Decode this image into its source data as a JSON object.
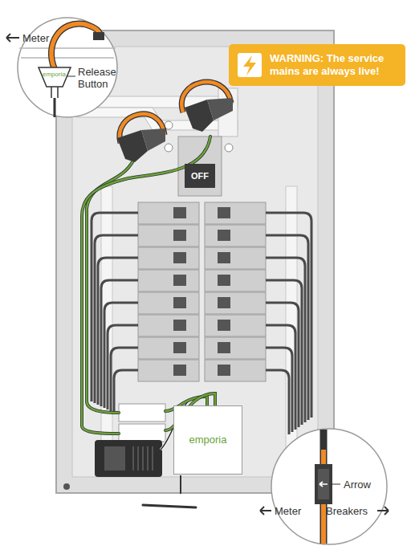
{
  "diagram": {
    "nodes": [
      {
        "text": [
          "WARNING: The service mains are always live!"
        ]
      },
      {
        "text": [
          "OFF"
        ]
      },
      {
        "text": [
          "emporia"
        ]
      }
    ],
    "labels": [
      "Meter",
      "Release Button",
      "emporia",
      "Arrow",
      "Meter",
      "Breakers"
    ]
  }
}
